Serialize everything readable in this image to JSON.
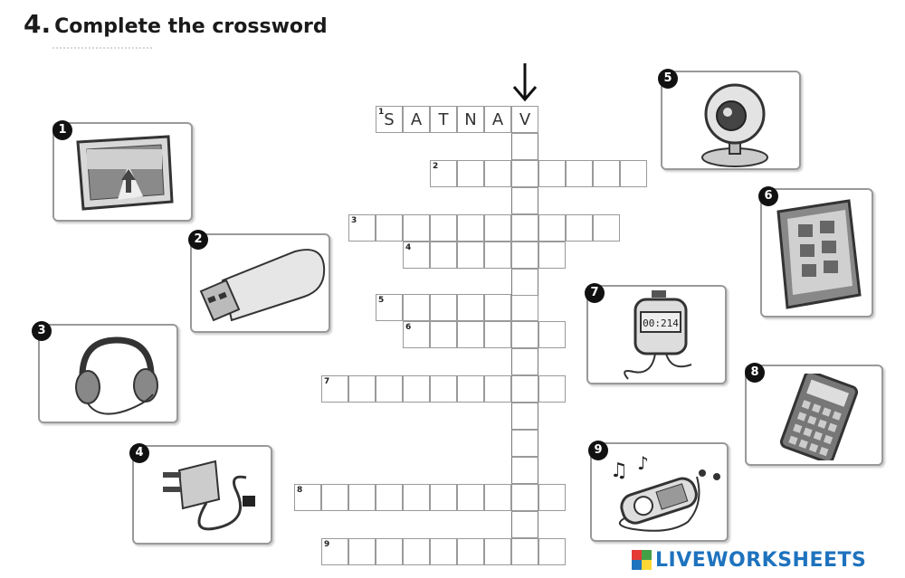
{
  "exercise": {
    "number": "4.",
    "title": "Complete the crossword"
  },
  "crossword": {
    "clue_1_number": "1",
    "clue_1_letters": [
      "S",
      "A",
      "T",
      "N",
      "A",
      "V"
    ],
    "clue_numbers": [
      "2",
      "3",
      "4",
      "5",
      "6",
      "7",
      "8",
      "9"
    ]
  },
  "pictures": [
    {
      "number": "1",
      "icon": "satnav-icon"
    },
    {
      "number": "2",
      "icon": "usb-stick-icon"
    },
    {
      "number": "3",
      "icon": "headphones-icon"
    },
    {
      "number": "4",
      "icon": "charger-icon"
    },
    {
      "number": "5",
      "icon": "webcam-icon"
    },
    {
      "number": "6",
      "icon": "tablet-icon"
    },
    {
      "number": "7",
      "icon": "stopwatch-icon",
      "display": "00:214"
    },
    {
      "number": "8",
      "icon": "calculator-icon"
    },
    {
      "number": "9",
      "icon": "mp3-player-icon"
    }
  ],
  "brand": {
    "name": "LIVEWORKSHEETS",
    "color": "#1e73be"
  }
}
